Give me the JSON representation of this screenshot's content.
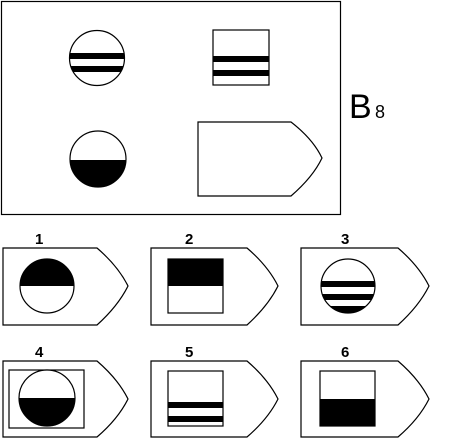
{
  "puzzle": {
    "id_letter": "B",
    "id_number": "8"
  },
  "answers": [
    {
      "label": "1"
    },
    {
      "label": "2"
    },
    {
      "label": "3"
    },
    {
      "label": "4"
    },
    {
      "label": "5"
    },
    {
      "label": "6"
    }
  ],
  "colors": {
    "ink": "#000000",
    "paper": "#ffffff"
  }
}
